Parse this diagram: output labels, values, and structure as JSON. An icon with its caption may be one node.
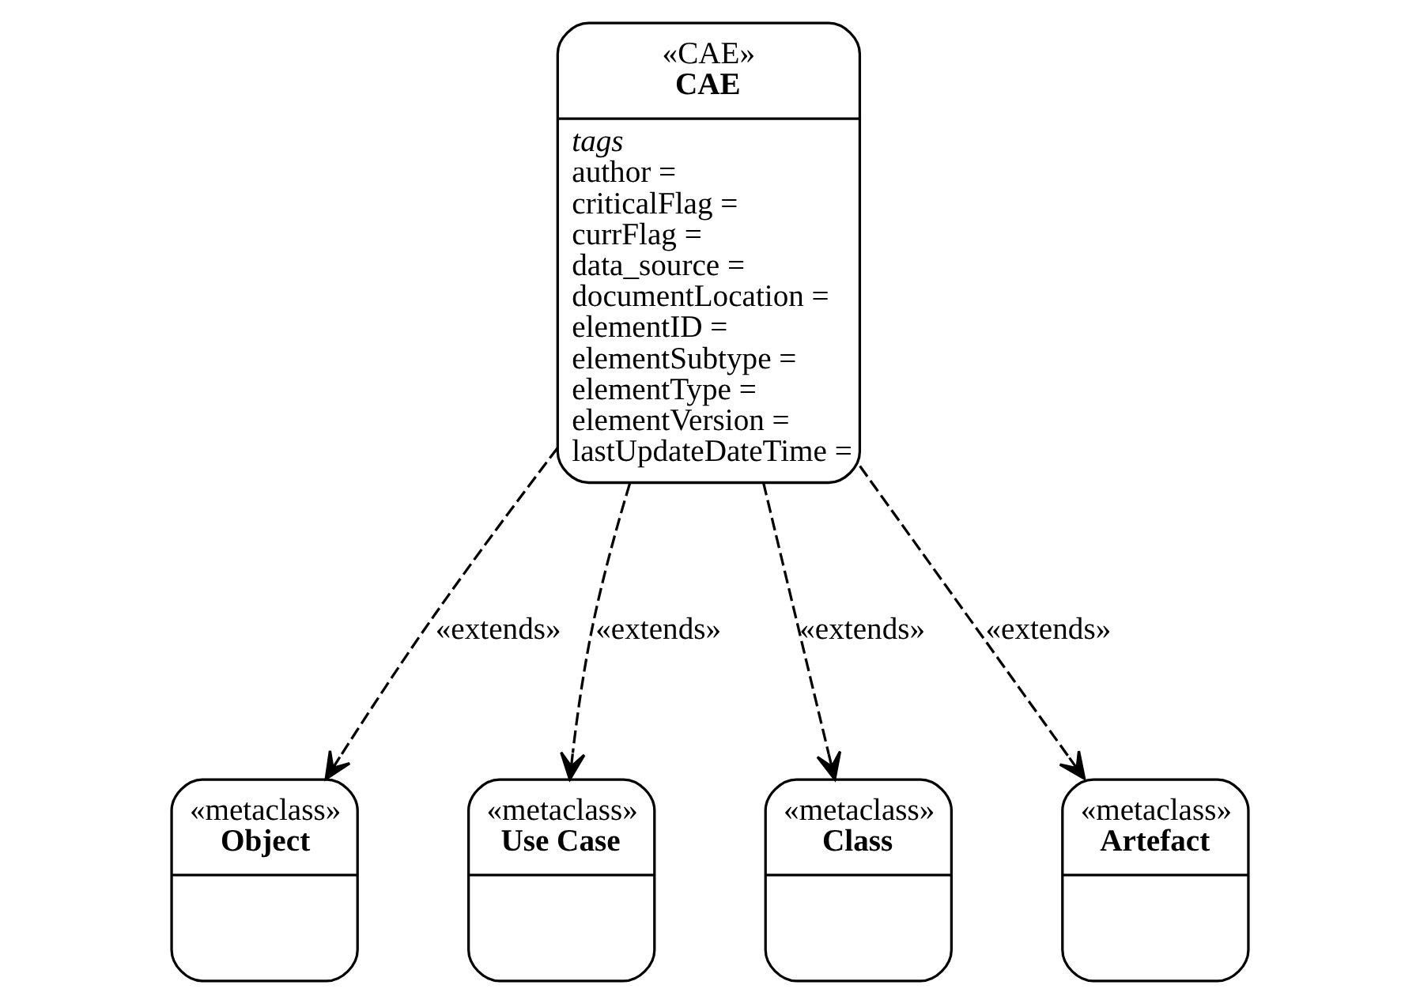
{
  "diagram": {
    "nodes": [
      {
        "text": [
          "«CAE»",
          "CAE",
          "tags",
          "author =",
          "criticalFlag =",
          "currFlag =",
          "data_source =",
          "documentLocation =",
          "elementID =",
          "elementSubtype =",
          "elementType =",
          "elementVersion =",
          "lastUpdateDateTime ="
        ]
      },
      {
        "text": [
          "«metaclass»",
          "Object"
        ]
      },
      {
        "text": [
          "«metaclass»",
          "Use Case"
        ]
      },
      {
        "text": [
          "«metaclass»",
          "Class"
        ]
      },
      {
        "text": [
          "«metaclass»",
          "Artefact"
        ]
      }
    ],
    "edges": [
      {
        "from": 0,
        "to": 1,
        "arrow": "to",
        "style": "dashed",
        "label": "«extends»"
      },
      {
        "from": 0,
        "to": 2,
        "arrow": "to",
        "style": "dashed",
        "label": "«extends»"
      },
      {
        "from": 0,
        "to": 3,
        "arrow": "to",
        "style": "dashed",
        "label": "«extends»"
      },
      {
        "from": 0,
        "to": 4,
        "arrow": "to",
        "style": "dashed",
        "label": "«extends»"
      }
    ]
  }
}
